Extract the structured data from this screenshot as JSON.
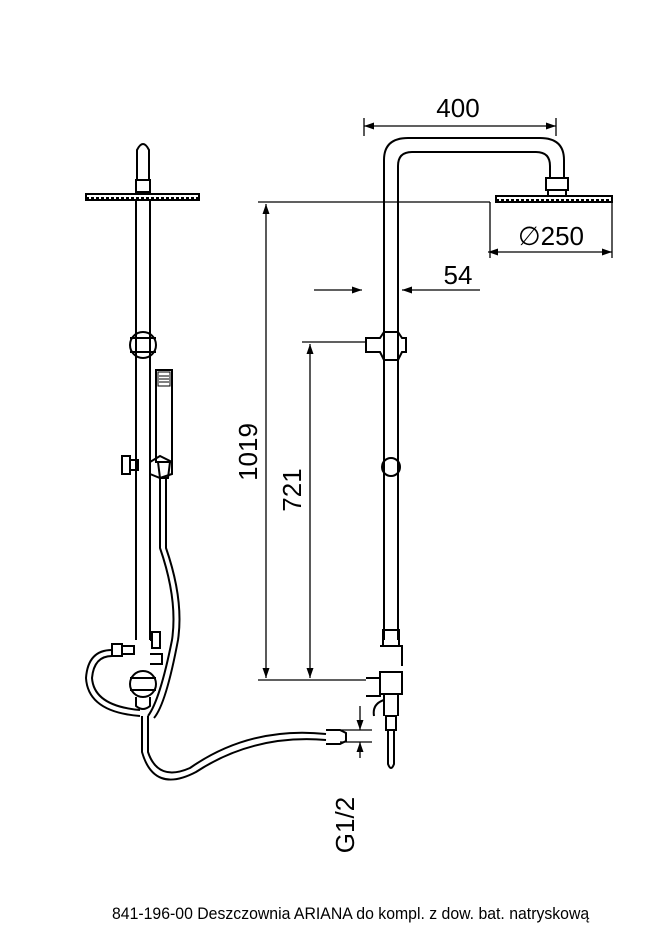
{
  "dimensions": {
    "span_width": "400",
    "head_diameter": "∅250",
    "offset": "54",
    "total_height": "1019",
    "mixer_height": "721",
    "thread": "G1/2"
  },
  "caption": "841-196-00 Deszczownia ARIANA do kompl. z dow. bat. natryskową"
}
